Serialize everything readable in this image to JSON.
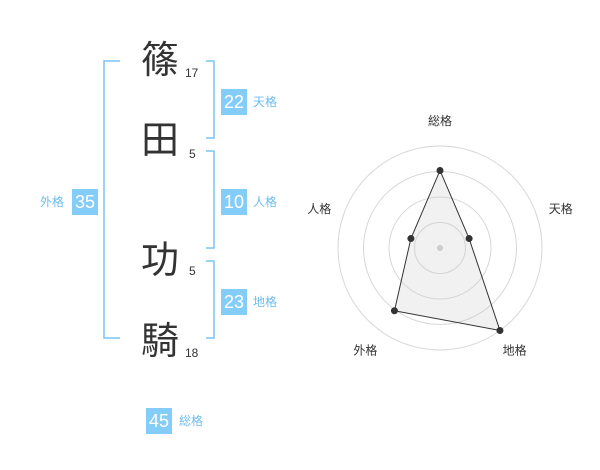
{
  "name": {
    "chars": [
      {
        "char": "篠",
        "strokes": "17"
      },
      {
        "char": "田",
        "strokes": "5"
      },
      {
        "char": "功",
        "strokes": "5"
      },
      {
        "char": "騎",
        "strokes": "18"
      }
    ]
  },
  "fortunes": {
    "tenkaku": {
      "value": "22",
      "label": "天格"
    },
    "jinkaku": {
      "value": "10",
      "label": "人格"
    },
    "chikaku": {
      "value": "23",
      "label": "地格"
    },
    "gaikaku": {
      "value": "35",
      "label": "外格"
    },
    "soukaku": {
      "value": "45",
      "label": "総格"
    }
  },
  "radar": {
    "axes": [
      "総格",
      "天格",
      "地格",
      "外格",
      "人格"
    ],
    "values": [
      3.8,
      1.5,
      5.0,
      3.8,
      1.5
    ],
    "max": 5,
    "rings": 4
  },
  "colors": {
    "accent": "#85cdf9",
    "accent_text": "#6cbcf0",
    "bracket": "#7cc3f3"
  }
}
